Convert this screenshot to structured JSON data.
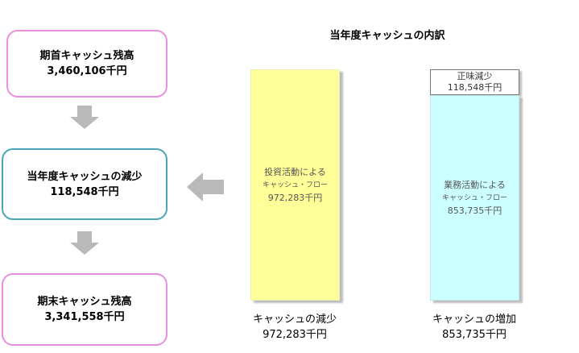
{
  "flow": {
    "start": {
      "label": "期首キャッシュ残高",
      "value": "3,460,106千円"
    },
    "change": {
      "label": "当年度キャッシュの減少",
      "value": "118,548千円"
    },
    "end": {
      "label": "期末キャッシュ残高",
      "value": "3,341,558千円"
    }
  },
  "breakdown": {
    "title": "当年度キャッシュの内訳",
    "investing": {
      "line1": "投資活動による",
      "line2": "キャッシュ・フロー",
      "value": "972,283千円"
    },
    "operating": {
      "line1": "業務活動による",
      "line2": "キャッシュ・フロー",
      "value": "853,735千円"
    },
    "net": {
      "label": "正味減少",
      "value": "118,548千円"
    },
    "decrease_caption": {
      "label": "キャッシュの減少",
      "value": "972,283千円"
    },
    "increase_caption": {
      "label": "キャッシュの増加",
      "value": "853,735千円"
    }
  },
  "colors": {
    "pink_border": "#e98fe0",
    "teal_border": "#4aa6b4",
    "arrow_gray": "#b9b9b9",
    "investing_bar": "#ffff99",
    "operating_bar": "#ccffff"
  }
}
